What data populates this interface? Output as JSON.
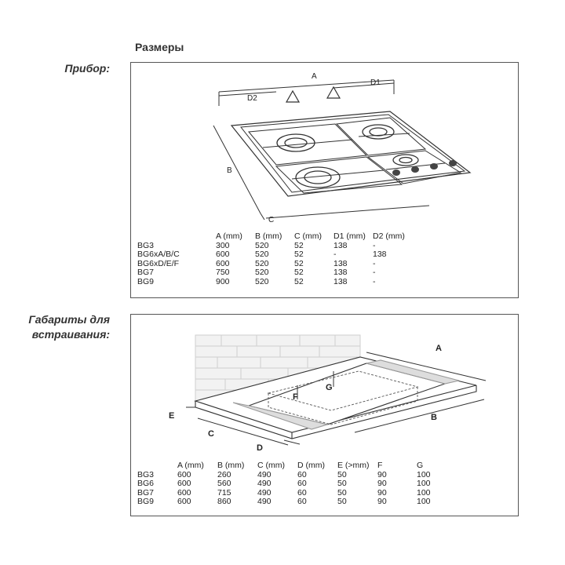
{
  "heading": "Размеры",
  "appliance": {
    "label": "Прибор:",
    "dims": {
      "a": "A",
      "b": "B",
      "c": "C",
      "d1": "D1",
      "d2": "D2"
    },
    "table": {
      "headers": [
        "",
        "A (mm)",
        "B (mm)",
        "C (mm)",
        "D1 (mm)",
        "D2 (mm)"
      ],
      "rows": [
        [
          "BG3",
          "300",
          "520",
          "52",
          "138",
          "-"
        ],
        [
          "BG6xA/B/C",
          "600",
          "520",
          "52",
          "-",
          "138"
        ],
        [
          "BG6xD/E/F",
          "600",
          "520",
          "52",
          "138",
          "-"
        ],
        [
          "BG7",
          "750",
          "520",
          "52",
          "138",
          "-"
        ],
        [
          "BG9",
          "900",
          "520",
          "52",
          "138",
          "-"
        ]
      ]
    }
  },
  "installation": {
    "label_line1": "Габариты для",
    "label_line2": "встраивания:",
    "dims": {
      "a": "A",
      "b": "B",
      "c": "C",
      "d": "D",
      "e": "E",
      "f": "F",
      "g": "G"
    },
    "table": {
      "headers": [
        "",
        "A (mm)",
        "B (mm)",
        "C (mm)",
        "D (mm)",
        "E (>mm)",
        "F",
        "G"
      ],
      "rows": [
        [
          "BG3",
          "600",
          "260",
          "490",
          "60",
          "50",
          "90",
          "100"
        ],
        [
          "BG6",
          "600",
          "560",
          "490",
          "60",
          "50",
          "90",
          "100"
        ],
        [
          "BG7",
          "600",
          "715",
          "490",
          "60",
          "50",
          "90",
          "100"
        ],
        [
          "BG9",
          "600",
          "860",
          "490",
          "60",
          "50",
          "90",
          "100"
        ]
      ]
    }
  }
}
